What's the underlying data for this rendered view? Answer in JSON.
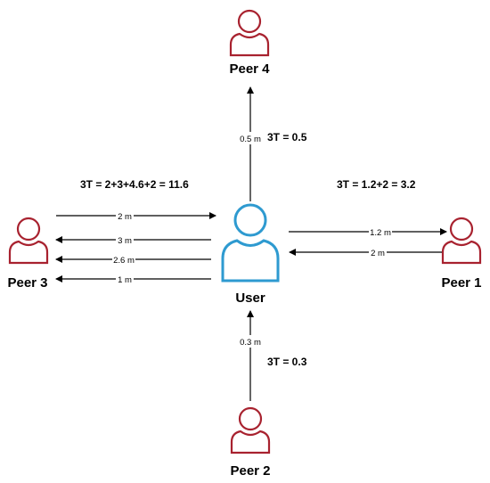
{
  "nodes": {
    "user": {
      "label": "User",
      "color": "#2e9ad0"
    },
    "peer1": {
      "label": "Peer 1",
      "color": "#a8222f"
    },
    "peer2": {
      "label": "Peer 2",
      "color": "#a8222f"
    },
    "peer3": {
      "label": "Peer 3",
      "color": "#a8222f"
    },
    "peer4": {
      "label": "Peer 4",
      "color": "#a8222f"
    }
  },
  "equations": {
    "peer1": "3T = 1.2+2 = 3.2",
    "peer2": "3T = 0.3",
    "peer3": "3T = 2+3+4.6+2 = 11.6",
    "peer4": "3T = 0.5"
  },
  "distances": {
    "peer1_out": "1.2 m",
    "peer1_in": "2 m",
    "peer2": "0.3 m",
    "peer3_a": "2 m",
    "peer3_b": "3 m",
    "peer3_c": "2.6 m",
    "peer3_d": "1 m",
    "peer4": "0.5 m"
  },
  "icon": "person-icon"
}
